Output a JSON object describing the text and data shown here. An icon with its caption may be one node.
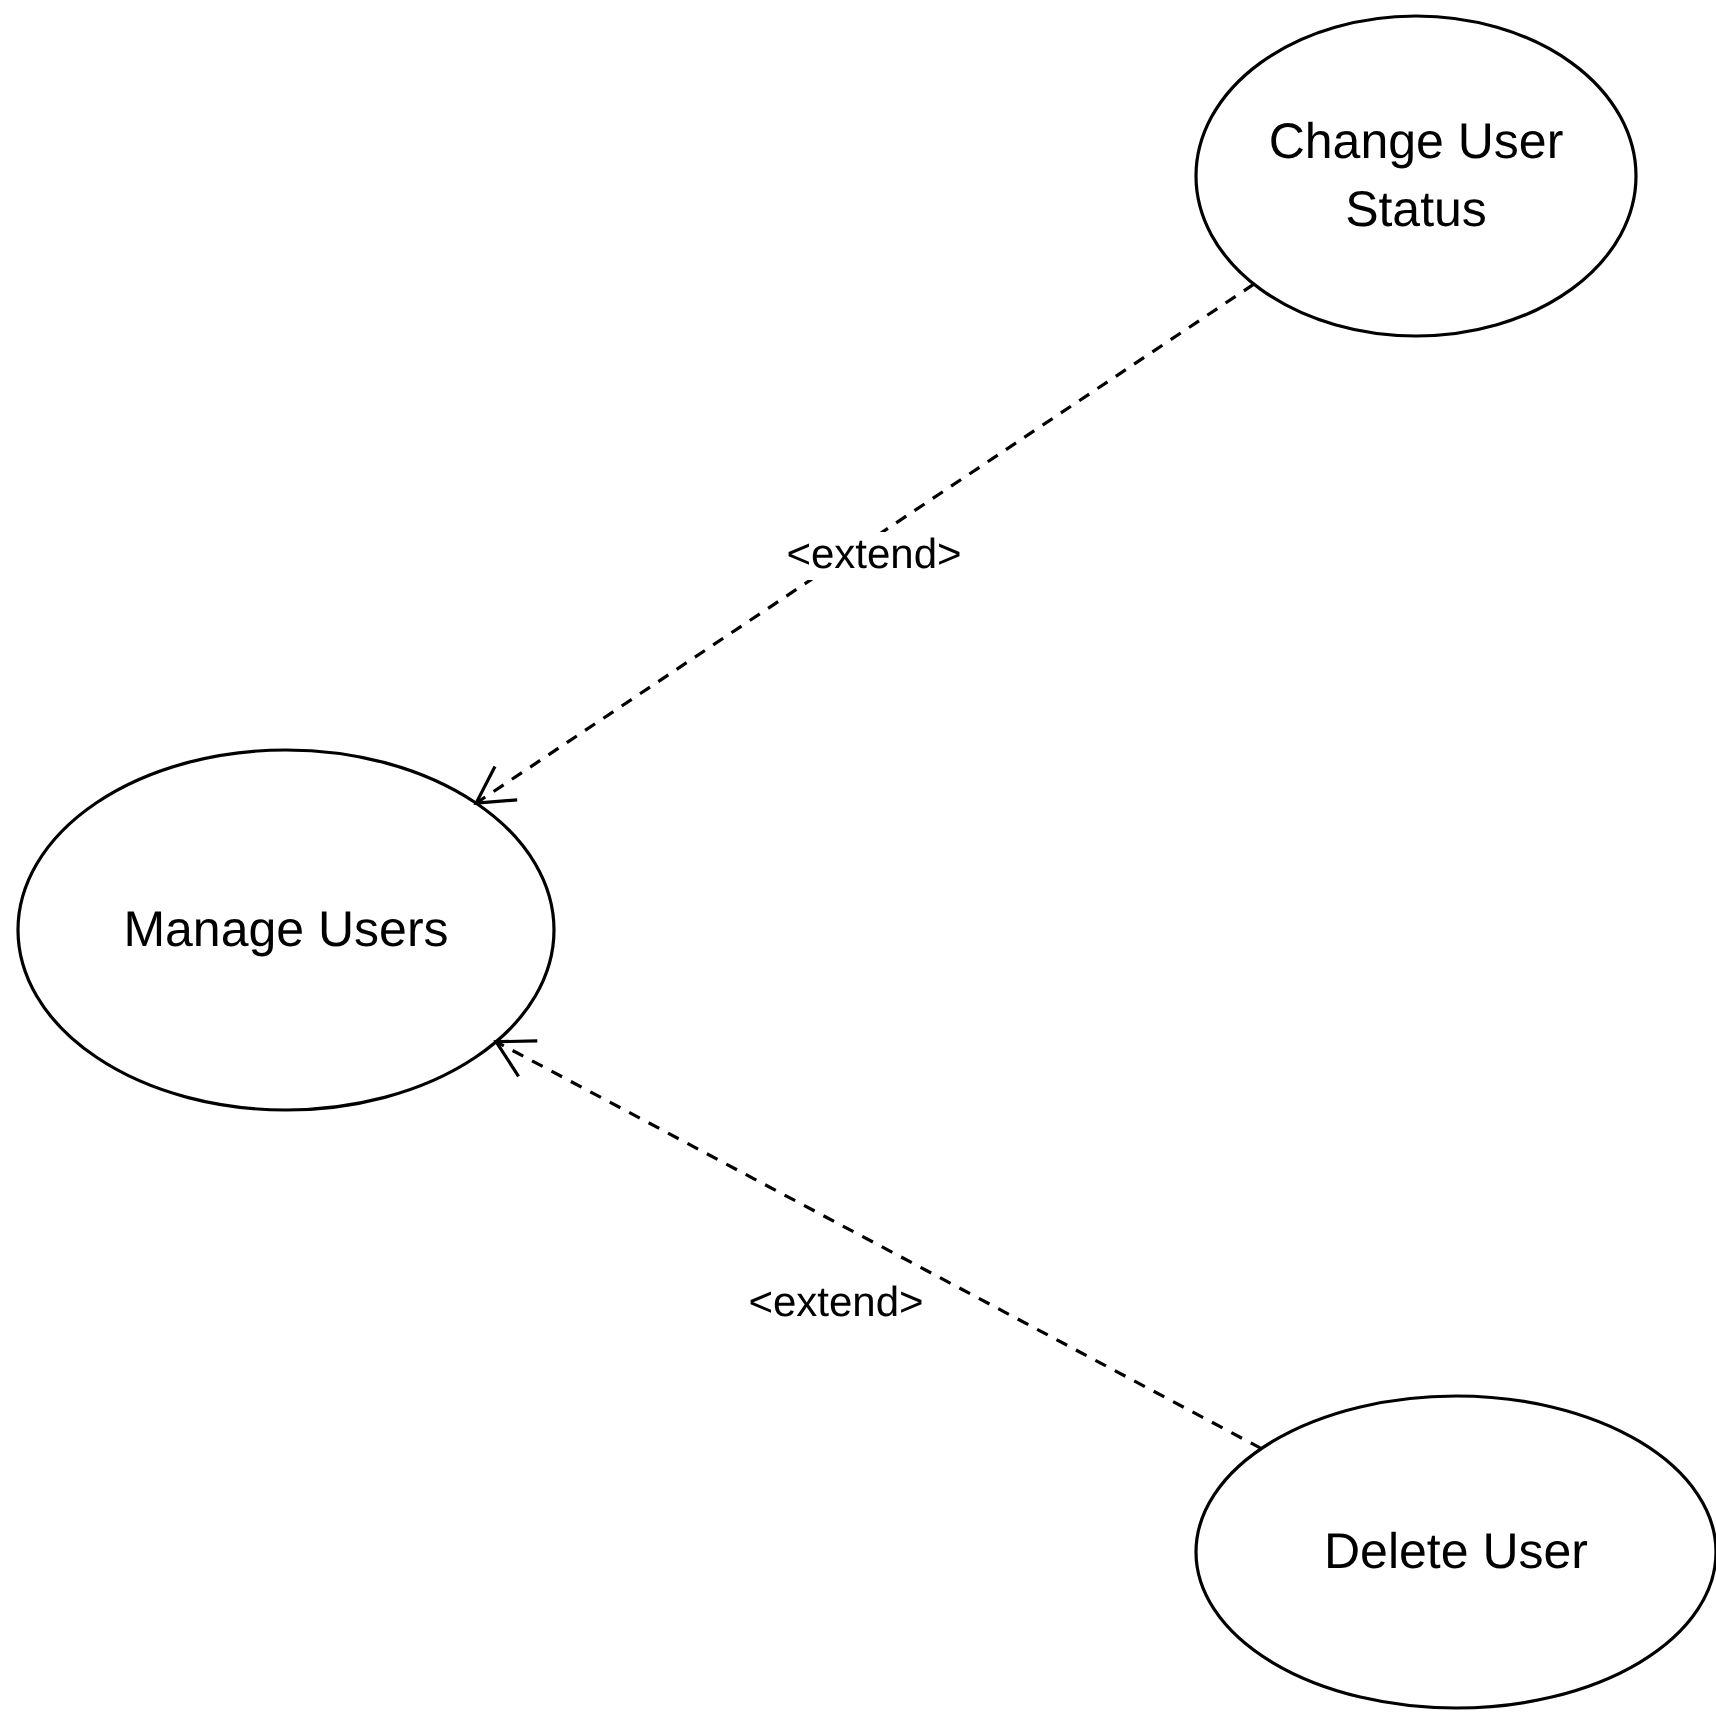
{
  "diagram": {
    "nodes": [
      {
        "text": [
          "Change User Status"
        ]
      },
      {
        "text": [
          "Manage Users"
        ]
      },
      {
        "text": [
          "Delete User"
        ]
      }
    ],
    "edges": [
      {
        "from": 0,
        "to": 1,
        "arrow": "to",
        "label": "<extend>",
        "style": "dashed"
      },
      {
        "from": 2,
        "to": 1,
        "arrow": "to",
        "label": "<extend>",
        "style": "dashed"
      }
    ]
  }
}
